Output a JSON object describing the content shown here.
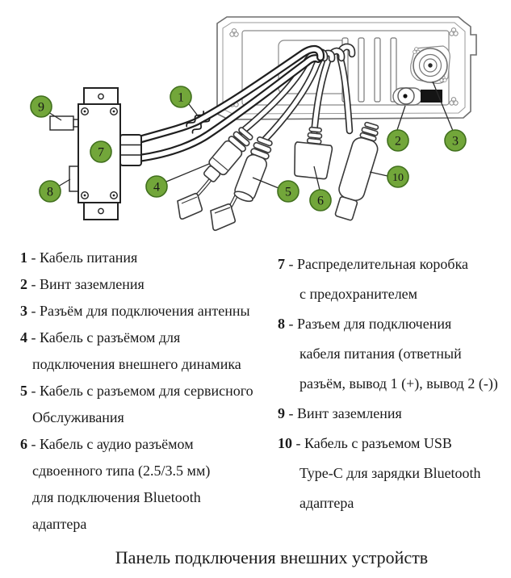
{
  "diagram": {
    "callout_fill": "#72a63a",
    "callout_stroke": "#41701e",
    "callouts": [
      {
        "label": "1"
      },
      {
        "label": "2"
      },
      {
        "label": "3"
      },
      {
        "label": "4"
      },
      {
        "label": "5"
      },
      {
        "label": "6"
      },
      {
        "label": "7"
      },
      {
        "label": "8"
      },
      {
        "label": "9"
      },
      {
        "label": "10"
      }
    ]
  },
  "legend": {
    "sep": " - ",
    "left": [
      {
        "num": "1",
        "lines": [
          "Кабель питания"
        ]
      },
      {
        "num": "2",
        "lines": [
          "Винт заземления"
        ]
      },
      {
        "num": "3",
        "lines": [
          "Разъём для подключения антенны"
        ]
      },
      {
        "num": "4",
        "lines": [
          "Кабель с разъёмом для",
          "подключения внешнего динамика"
        ]
      },
      {
        "num": "5",
        "lines": [
          "Кабель с разъемом для сервисного",
          "Обслуживания"
        ]
      },
      {
        "num": "6",
        "lines": [
          "Кабель с аудио разъёмом",
          "сдвоенного типа (2.5/3.5 мм)",
          "для подключения Bluetooth",
          "адаптера"
        ]
      }
    ],
    "right": [
      {
        "num": "7",
        "lines": [
          "Распределительная коробка",
          "с предохранителем"
        ]
      },
      {
        "num": "8",
        "lines": [
          "Разъем для подключения",
          "кабеля питания (ответный",
          "разъём, вывод 1 (+), вывод 2 (-))"
        ]
      },
      {
        "num": "9",
        "lines": [
          "Винт заземления"
        ]
      },
      {
        "num": "10",
        "lines": [
          "Кабель с разъемом USB",
          "Type-C для зарядки Bluetooth",
          "адаптера"
        ]
      }
    ]
  },
  "caption": "Панель подключения внешних устройств"
}
